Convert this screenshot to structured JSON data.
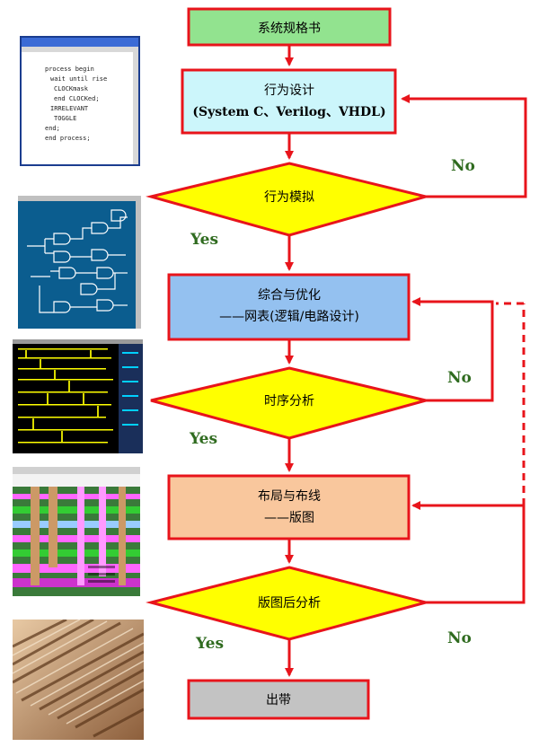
{
  "nodes": {
    "spec": "系统规格书",
    "behavior_design": "行为设计",
    "behavior_langs": "(System C、Verilog、VHDL)",
    "behavior_sim": "行为模拟",
    "synthesis": "综合与优化",
    "netlist": "——网表(逻辑/电路设计)",
    "timing": "时序分析",
    "place_route": "布局与布线",
    "layout": "——版图",
    "post_layout": "版图后分析",
    "tapeout": "出带"
  },
  "edge_labels": {
    "no": "No",
    "yes": "Yes"
  },
  "code_thumb": {
    "lines": [
      "process begin",
      "wait until rise",
      "CLOCKmask",
      "end CLOCKed;",
      "IRRELEVANT",
      "TOGGLE",
      "end;",
      "end process;"
    ]
  },
  "colors": {
    "red": "#e8141b",
    "green_box": "#92e38f",
    "cyan_box": "#ccf6fb",
    "blue_box": "#94c1f0",
    "peach_box": "#f9c79d",
    "yellow": "#ffff00",
    "gray_box": "#c3c3c3",
    "label_green": "#2f6b1f"
  }
}
